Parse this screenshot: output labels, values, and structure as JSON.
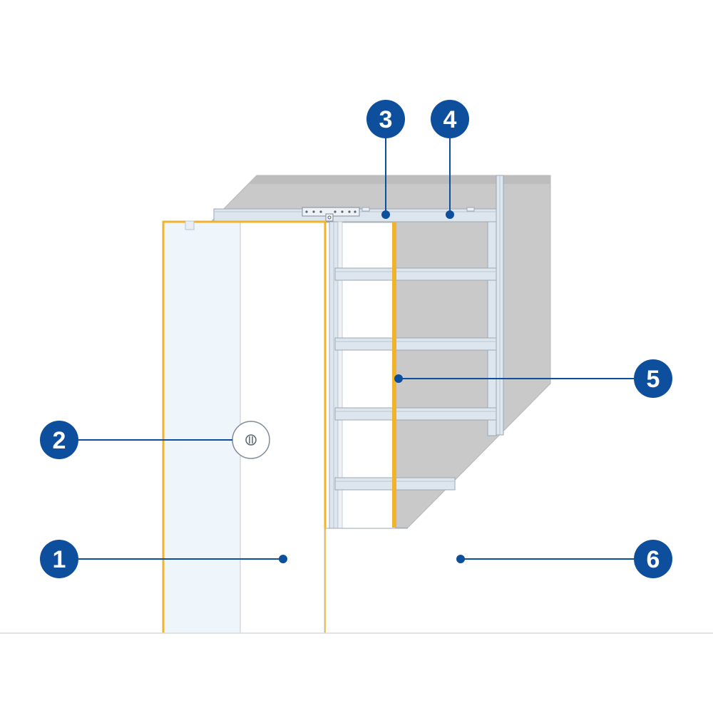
{
  "colors": {
    "callout": "#0d4f9c",
    "wall": "#c9c9c9",
    "wall_edge": "#a8a8a8",
    "frame": "#dde6ee",
    "frame_edge": "#9aa8b5",
    "door_outline": "#f2b32c",
    "door_glass": "#eef5fb"
  },
  "callouts": [
    {
      "id": "1",
      "label": "1",
      "target": "door-panel"
    },
    {
      "id": "2",
      "label": "2",
      "target": "door-handle"
    },
    {
      "id": "3",
      "label": "3",
      "target": "top-track"
    },
    {
      "id": "4",
      "label": "4",
      "target": "header-rail"
    },
    {
      "id": "5",
      "label": "5",
      "target": "pocket-frame-edge"
    },
    {
      "id": "6",
      "label": "6",
      "target": "finished-wall"
    }
  ],
  "icons": {
    "handle": "flush-pull-icon"
  }
}
